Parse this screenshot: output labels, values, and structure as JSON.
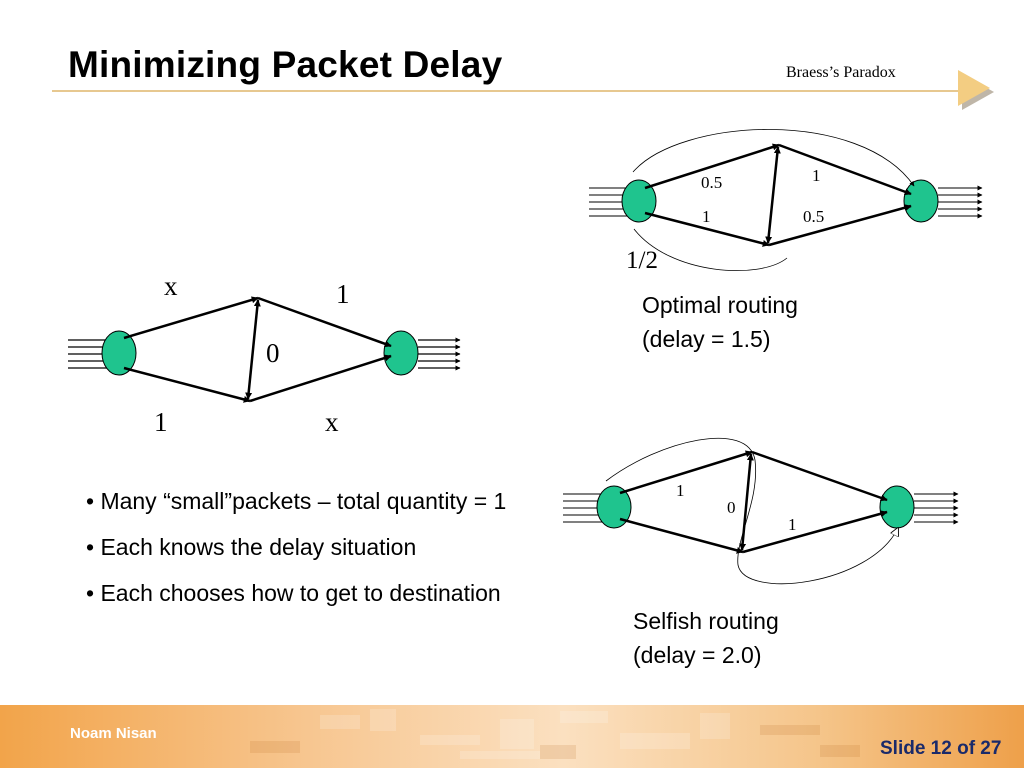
{
  "slide": {
    "title": "Minimizing Packet Delay",
    "subtitle": "Braess’s Paradox",
    "author": "Noam Nisan",
    "slide_number": "Slide 12 of 27"
  },
  "bullets": [
    "• Many “small”packets – total quantity = 1",
    "• Each knows the delay situation",
    "• Each chooses how to get to destination"
  ],
  "left_network": {
    "edge_top_left": "x",
    "edge_top_right": "1",
    "edge_middle": "0",
    "edge_bottom_left": "1",
    "edge_bottom_right": "x"
  },
  "optimal": {
    "flow_top_left": "0.5",
    "flow_top_right": "1",
    "flow_bottom_left": "1",
    "flow_bottom_right": "0.5",
    "split_label": "1/2",
    "caption_line1": "Optimal routing",
    "caption_line2": "(delay = 1.5)"
  },
  "selfish": {
    "flow_top_left": "1",
    "flow_middle": "0",
    "flow_bottom_right": "1",
    "caption_line1": "Selfish routing",
    "caption_line2": "(delay = 2.0)"
  },
  "colors": {
    "node_fill": "#1fc48e",
    "accent_rule": "#e7c890",
    "footer_orange": "#f2a44a",
    "slide_number_text": "#1a2a6a"
  }
}
